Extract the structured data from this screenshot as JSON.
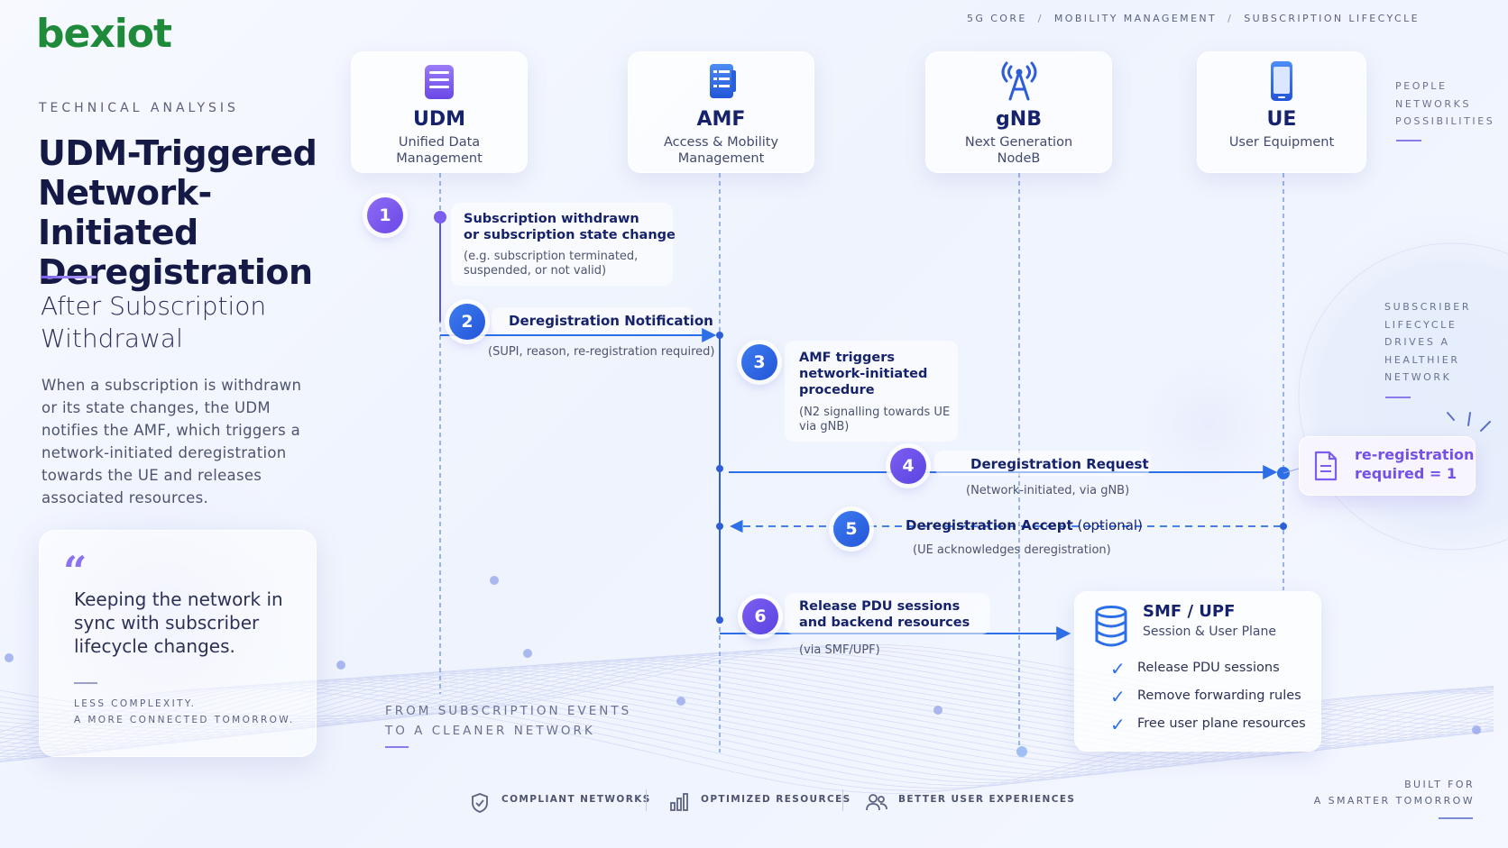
{
  "brand": {
    "logo_text": "bexiot"
  },
  "breadcrumb": [
    "5G CORE",
    "MOBILITY MANAGEMENT",
    "SUBSCRIPTION LIFECYCLE"
  ],
  "left": {
    "eyebrow": "TECHNICAL ANALYSIS",
    "title": "UDM-Triggered Network-Initiated Deregistration",
    "subtitle": "After Subscription Withdrawal",
    "description": "When a subscription is withdrawn or its state changes, the UDM notifies the AMF, which triggers a network-initiated deregistration towards the UE and releases associated resources.",
    "quote": {
      "mark": "“",
      "text": "Keeping the network in sync with subscriber lifecycle changes.",
      "footer_line1": "LESS COMPLEXITY.",
      "footer_line2": "A MORE CONNECTED TOMORROW."
    }
  },
  "side_notes": {
    "top": [
      "PEOPLE",
      "NETWORKS",
      "POSSIBILITIES"
    ],
    "middle": [
      "SUBSCRIBER",
      "LIFECYCLE",
      "DRIVES A",
      "HEALTHIER",
      "NETWORK"
    ]
  },
  "entities": [
    {
      "name": "UDM",
      "desc1": "Unified Data",
      "desc2": "Management",
      "icon": "database-server-icon"
    },
    {
      "name": "AMF",
      "desc1": "Access & Mobility",
      "desc2": "Management",
      "icon": "document-stack-icon"
    },
    {
      "name": "gNB",
      "desc1": "Next Generation",
      "desc2": "NodeB",
      "icon": "antenna-tower-icon"
    },
    {
      "name": "UE",
      "desc1": "User Equipment",
      "desc2": "",
      "icon": "smartphone-icon"
    }
  ],
  "steps": [
    {
      "num": "1",
      "title1": "Subscription withdrawn",
      "title2": "or subscription state change",
      "note1": "(e.g. subscription terminated,",
      "note2": "suspended, or not valid)"
    },
    {
      "num": "2",
      "title": "Deregistration Notification",
      "note": "(SUPI, reason, re-registration required)"
    },
    {
      "num": "3",
      "title1": "AMF triggers",
      "title2": "network-initiated",
      "title3": "procedure",
      "note1": "(N2 signalling towards UE",
      "note2": "via gNB)"
    },
    {
      "num": "4",
      "title": "Deregistration Request",
      "note": "(Network-initiated, via gNB)"
    },
    {
      "num": "5",
      "title": "Deregistration Accept",
      "title_suffix": " (optional)",
      "note": "(UE acknowledges deregistration)"
    },
    {
      "num": "6",
      "title1": "Release PDU sessions",
      "title2": "and backend resources",
      "note": "(via SMF/UPF)"
    }
  ],
  "reregistration": {
    "line1": "re-registration",
    "line2": "required = 1",
    "icon": "document-icon"
  },
  "smf": {
    "title": "SMF / UPF",
    "subtitle": "Session & User Plane",
    "items": [
      "Release PDU sessions",
      "Remove forwarding rules",
      "Free user plane resources"
    ],
    "icon": "database-icon"
  },
  "flow_caption": {
    "line1": "FROM SUBSCRIPTION EVENTS",
    "line2": "TO A CLEANER NETWORK"
  },
  "footer": [
    {
      "label": "COMPLIANT NETWORKS",
      "icon": "shield-check-icon"
    },
    {
      "label": "OPTIMIZED RESOURCES",
      "icon": "bar-chart-icon"
    },
    {
      "label": "BETTER USER EXPERIENCES",
      "icon": "users-icon"
    }
  ],
  "tagline": {
    "line1": "BUILT FOR",
    "line2": "A SMARTER TOMORROW"
  },
  "colors": {
    "navy": "#16226b",
    "purple": "#7350e6",
    "blue": "#2d6fe6",
    "green": "#1e8a3a"
  }
}
